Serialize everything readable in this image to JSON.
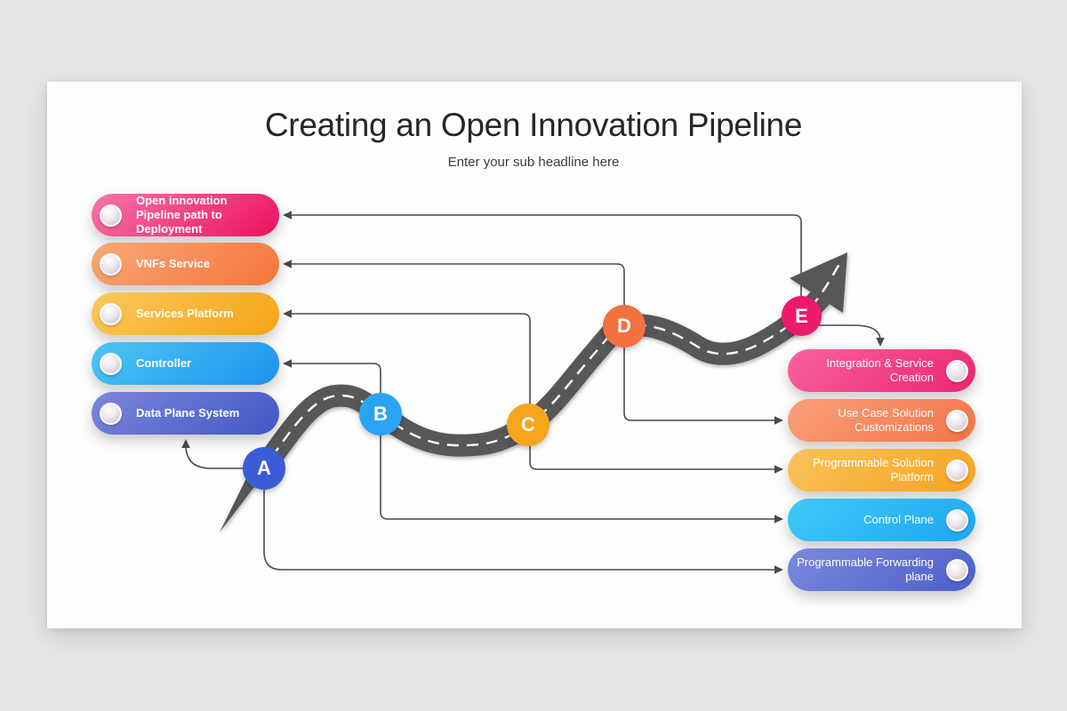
{
  "slide": {
    "title": "Creating an Open Innovation Pipeline",
    "subtitle": "Enter your sub headline here"
  },
  "left_pills": [
    {
      "label": "Open innovation Pipeline path to Deployment",
      "from": "#f576a9",
      "to": "#ec1060"
    },
    {
      "label": "VNFs Service",
      "from": "#f9a878",
      "to": "#f4743a"
    },
    {
      "label": "Services Platform",
      "from": "#f9c95e",
      "to": "#f5a415"
    },
    {
      "label": "Controller",
      "from": "#4cc7f4",
      "to": "#1d92ee"
    },
    {
      "label": "Data Plane System",
      "from": "#7b87da",
      "to": "#4257c6"
    }
  ],
  "right_pills": [
    {
      "label": "Integration & Service Creation",
      "from": "#f7639f",
      "to": "#ee2472"
    },
    {
      "label": "Use Case Solution Customizations",
      "from": "#f9a07b",
      "to": "#f37347"
    },
    {
      "label": "Programmable Solution Platform",
      "from": "#f9c35c",
      "to": "#f5a41f"
    },
    {
      "label": "Control Plane",
      "from": "#3ec9f7",
      "to": "#1fa6f2"
    },
    {
      "label": "Programmable Forwarding plane",
      "from": "#7c89dc",
      "to": "#4b5fc9"
    }
  ],
  "milestones": [
    {
      "label": "A",
      "color": "#3a5cd6"
    },
    {
      "label": "B",
      "color": "#2aa3f2"
    },
    {
      "label": "C",
      "color": "#f6a51d"
    },
    {
      "label": "D",
      "color": "#f3703f"
    },
    {
      "label": "E",
      "color": "#ee1a6d"
    }
  ],
  "colors": {
    "page_bg": "#e7e5e6",
    "card_bg": "#fdfdfd",
    "road": "#57575a",
    "road_dash": "#ffffff",
    "connector": "#4a4a4a",
    "title_text": "#262626",
    "pill_text": "#ffffff"
  }
}
